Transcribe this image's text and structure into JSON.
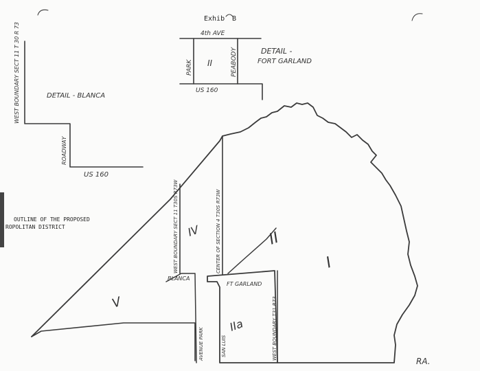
{
  "header": {
    "exhibit": "Exhib",
    "exhibit_letter": "B"
  },
  "detail_blanca": {
    "title": "DETAIL - BLANCA",
    "west_boundary": "WEST BOUNDARY SECT 11 T 30 R 73",
    "roadway": "ROADWAY",
    "highway": "US 160"
  },
  "detail_fort_garland": {
    "title": "DETAIL -",
    "subtitle": "FORT GARLAND",
    "avenue": "4th AVE",
    "left_road": "PARK",
    "right_road": "PEABODY",
    "area": "II",
    "highway": "US 160"
  },
  "main_map": {
    "caption_line1": "OUTLINE OF THE PROPOSED",
    "caption_line2": "ROPOLITAN DISTRICT",
    "area_I": "I",
    "area_II": "II",
    "area_IIa": "IIa",
    "area_IV": "IV",
    "area_V": "V",
    "west_sect_note": "WEST BOUNDARY SECT 11 T30S R73W",
    "center_sect_note": "CENTER OF SECTION 4 T30S R73W",
    "town_blanca": "BLANCA",
    "town_fort_garland": "FT GARLAND",
    "road_left": "AVENUE PARK",
    "road_right": "SAN LUIS",
    "west_boundary_bottom": "WEST BOUNDARY T31 R73",
    "initials": "RA."
  }
}
